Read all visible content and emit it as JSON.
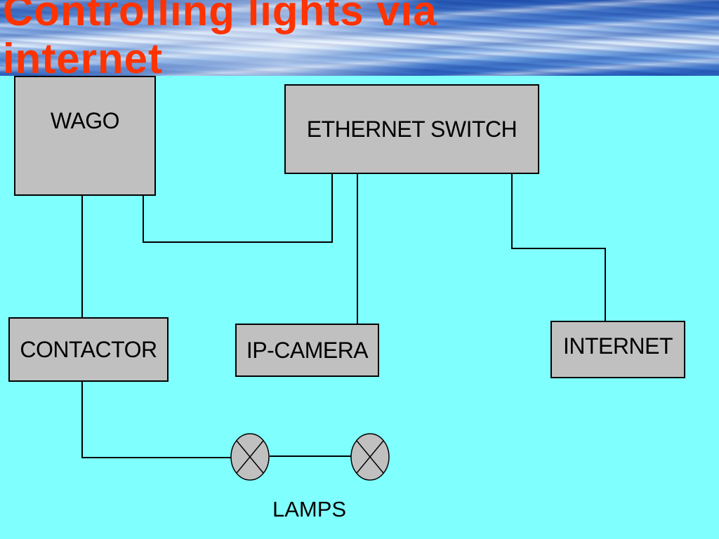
{
  "title": "Controlling lights via internet",
  "diagram": {
    "nodes": {
      "wago": "WAGO",
      "ethernet_switch": "ETHERNET SWITCH",
      "contactor": "CONTACTOR",
      "ip_camera": "IP-CAMERA",
      "internet": "INTERNET"
    },
    "lamps_label": "LAMPS",
    "lamp_count": 2,
    "colors": {
      "background": "#80ffff",
      "box_fill": "#c0c0c0",
      "title": "#ff3300"
    }
  }
}
